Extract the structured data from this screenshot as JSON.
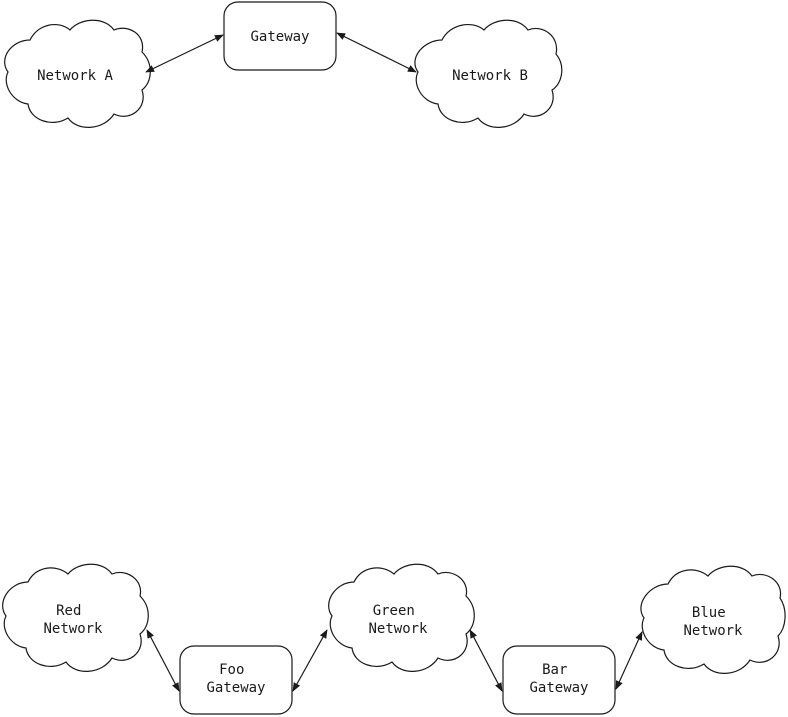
{
  "diagram": {
    "top": {
      "gateway": {
        "lines": [
          "Gateway"
        ]
      },
      "network_a": {
        "lines": [
          "Network A"
        ]
      },
      "network_b": {
        "lines": [
          "Network B"
        ]
      }
    },
    "bottom": {
      "red_network": {
        "lines": [
          "Red",
          "Network"
        ]
      },
      "foo_gateway": {
        "lines": [
          "Foo",
          "Gateway"
        ]
      },
      "green_network": {
        "lines": [
          "Green",
          "Network"
        ]
      },
      "bar_gateway": {
        "lines": [
          "Bar",
          "Gateway"
        ]
      },
      "blue_network": {
        "lines": [
          "Blue",
          "Network"
        ]
      }
    },
    "colors": {
      "stroke": "#1a1a1a",
      "fill": "#ffffff"
    }
  }
}
